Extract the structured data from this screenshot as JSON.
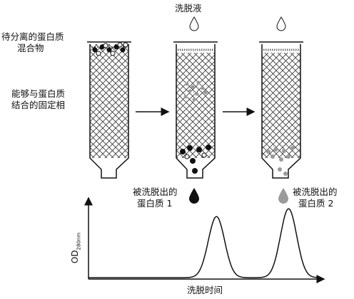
{
  "labels": {
    "eluent": "洗脱液",
    "mixture_line1": "待分离的蛋白质",
    "mixture_line2": "混合物",
    "stationary_line1": "能够与蛋白质",
    "stationary_line2": "结合的固定相",
    "protein1_line1": "被洗脱出的",
    "protein1_line2": "蛋白质 1",
    "protein2_line1": "被洗脱出的",
    "protein2_line2": "蛋白质 2",
    "ylabel_main": "OD",
    "ylabel_sub": "280nm",
    "xlabel": "洗脱时间"
  },
  "colors": {
    "ink": "#111111",
    "grey_protein": "#9a9a9a",
    "bead_light": "#c8c8c8"
  },
  "chart_data": {
    "type": "line",
    "title": "",
    "xlabel": "洗脱时间",
    "ylabel": "OD280nm",
    "peaks": [
      {
        "label": "蛋白质 1",
        "center": 0.55,
        "height": 0.78,
        "width": 0.035
      },
      {
        "label": "蛋白质 2",
        "center": 0.86,
        "height": 0.88,
        "width": 0.035
      }
    ],
    "grid": false
  }
}
